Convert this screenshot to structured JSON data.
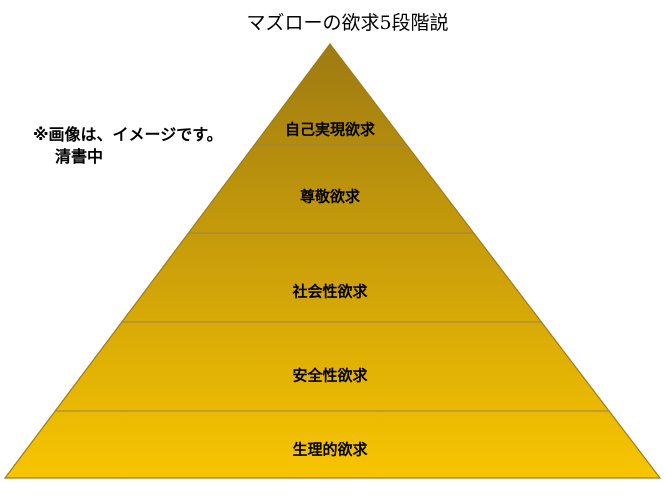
{
  "title": "マズローの欲求5段階説",
  "note": {
    "line1": "※画像は、イメージです。",
    "line2": "清書中"
  },
  "tiers": [
    {
      "label": "自己実現欲求"
    },
    {
      "label": "尊敬欲求"
    },
    {
      "label": "社会性欲求"
    },
    {
      "label": "安全性欲求"
    },
    {
      "label": "生理的欲求"
    }
  ],
  "colors": {
    "top": "#9e7a12",
    "bottom": "#f8c500",
    "divider": "#9a8248",
    "outline": "#a07c10"
  }
}
